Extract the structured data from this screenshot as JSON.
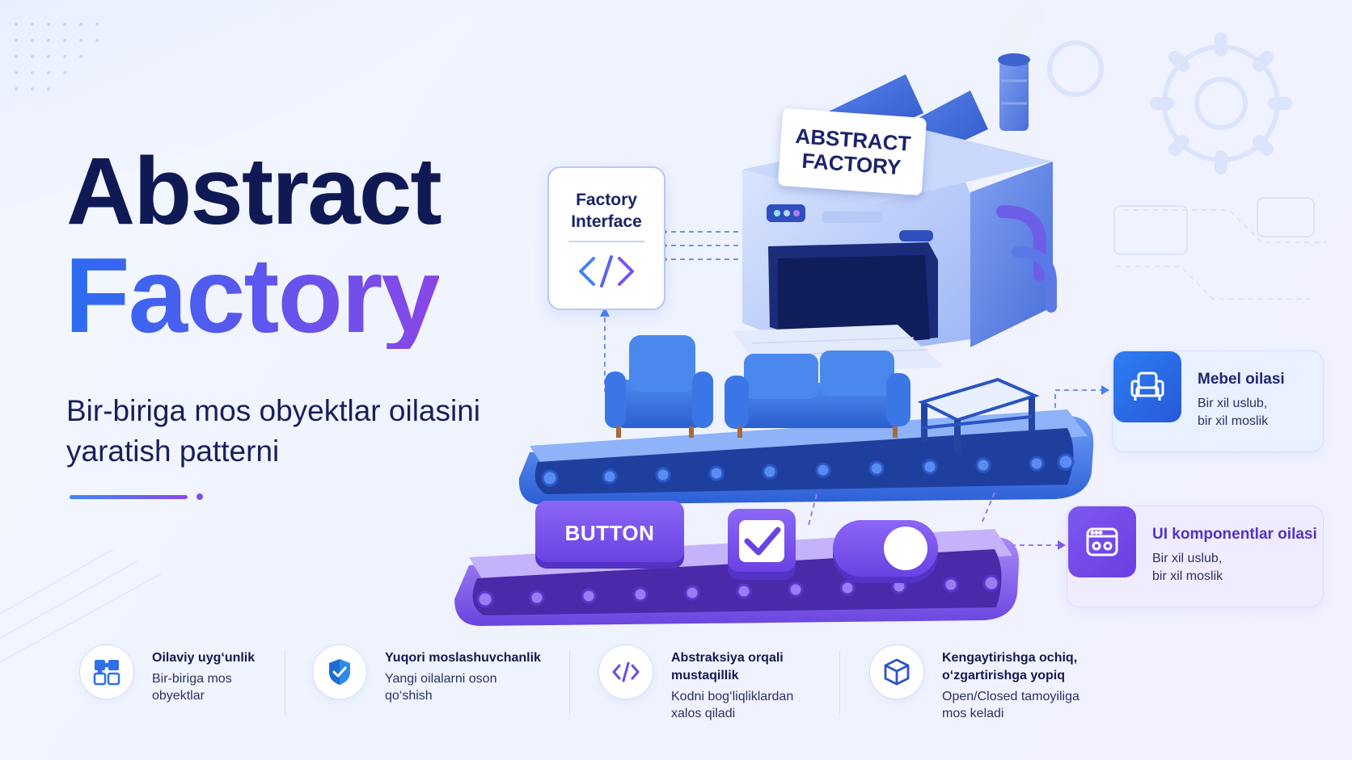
{
  "title": {
    "line1": "Abstract",
    "line2": "Factory"
  },
  "subtitle": "Bir-biriga mos obyektlar oilasini yaratish patterni",
  "factory_interface": {
    "label": "Factory Interface",
    "icon": "code-icon"
  },
  "factory_building": {
    "sign_line1": "ABSTRACT",
    "sign_line2": "FACTORY"
  },
  "conveyor_ui": {
    "button_label": "BUTTON"
  },
  "families": [
    {
      "title": "Mebel oilasi",
      "desc_line1": "Bir xil uslub,",
      "desc_line2": "bir xil moslik",
      "icon": "armchair-icon"
    },
    {
      "title": "UI komponentlar oilasi",
      "desc_line1": "Bir xil uslub,",
      "desc_line2": "bir xil moslik",
      "icon": "app-window-icon"
    }
  ],
  "features": [
    {
      "title_line1": "Oilaviy uyg‘unlik",
      "title_line2": "",
      "desc_line1": "Bir-biriga mos",
      "desc_line2": "obyektlar",
      "icon": "puzzle-icon"
    },
    {
      "title_line1": "Yuqori moslashuvchanlik",
      "title_line2": "",
      "desc_line1": "Yangi oilalarni oson",
      "desc_line2": "qo‘shish",
      "icon": "shield-check-icon"
    },
    {
      "title_line1": "Abstraksiya orqali",
      "title_line2": "mustaqillik",
      "desc_line1": "Kodni bog‘liqliklardan",
      "desc_line2": "xalos qiladi",
      "icon": "code-icon"
    },
    {
      "title_line1": "Kengaytirishga ochiq,",
      "title_line2": "o‘zgartirishga yopiq",
      "desc_line1": "Open/Closed tamoyiliga",
      "desc_line2": "mos keladi",
      "icon": "cube-icon"
    }
  ],
  "colors": {
    "navy": "#0f1a55",
    "blue": "#2a6cf2",
    "violet": "#8a46e6",
    "conveyor_blue": "#3a72e8",
    "conveyor_purple": "#8158ee"
  }
}
